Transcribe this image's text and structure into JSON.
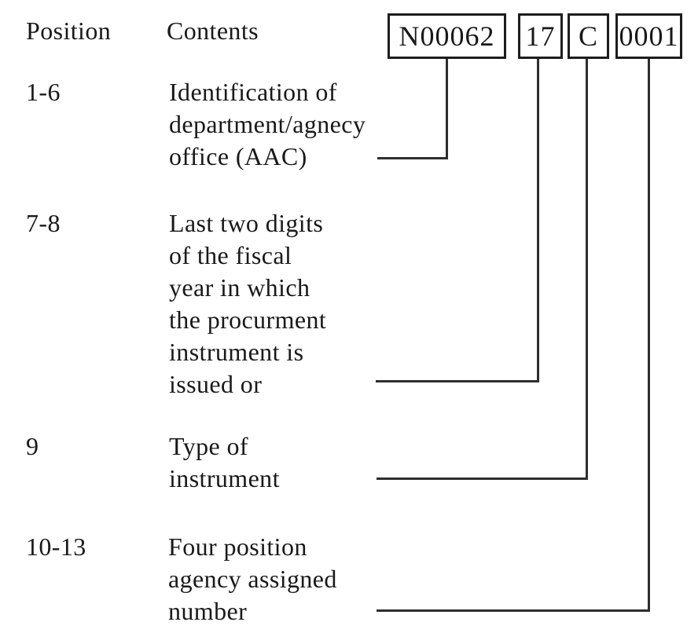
{
  "diagram": {
    "header": {
      "position_label": "Position",
      "contents_label": "Contents"
    },
    "piid_segments": [
      {
        "value": "N00062",
        "positions": "1-6"
      },
      {
        "value": "17",
        "positions": "7-8"
      },
      {
        "value": "C",
        "positions": "9"
      },
      {
        "value": "0001",
        "positions": "10-13"
      }
    ],
    "rows": [
      {
        "position": "1-6",
        "lines": [
          "Identification of",
          "department/agnecy",
          "office (AAC)"
        ]
      },
      {
        "position": "7-8",
        "lines": [
          "Last two digits",
          "of the fiscal",
          "year in which",
          "the procurment",
          "instrument is",
          "issued or"
        ]
      },
      {
        "position": "9",
        "lines": [
          "Type of",
          "instrument"
        ]
      },
      {
        "position": "10-13",
        "lines": [
          "Four position",
          "agency assigned",
          "number"
        ]
      }
    ],
    "colors": {
      "text": "#191919",
      "line": "#2e2e2e",
      "box_border": "#1d1d1d",
      "background": "#ffffff"
    }
  }
}
